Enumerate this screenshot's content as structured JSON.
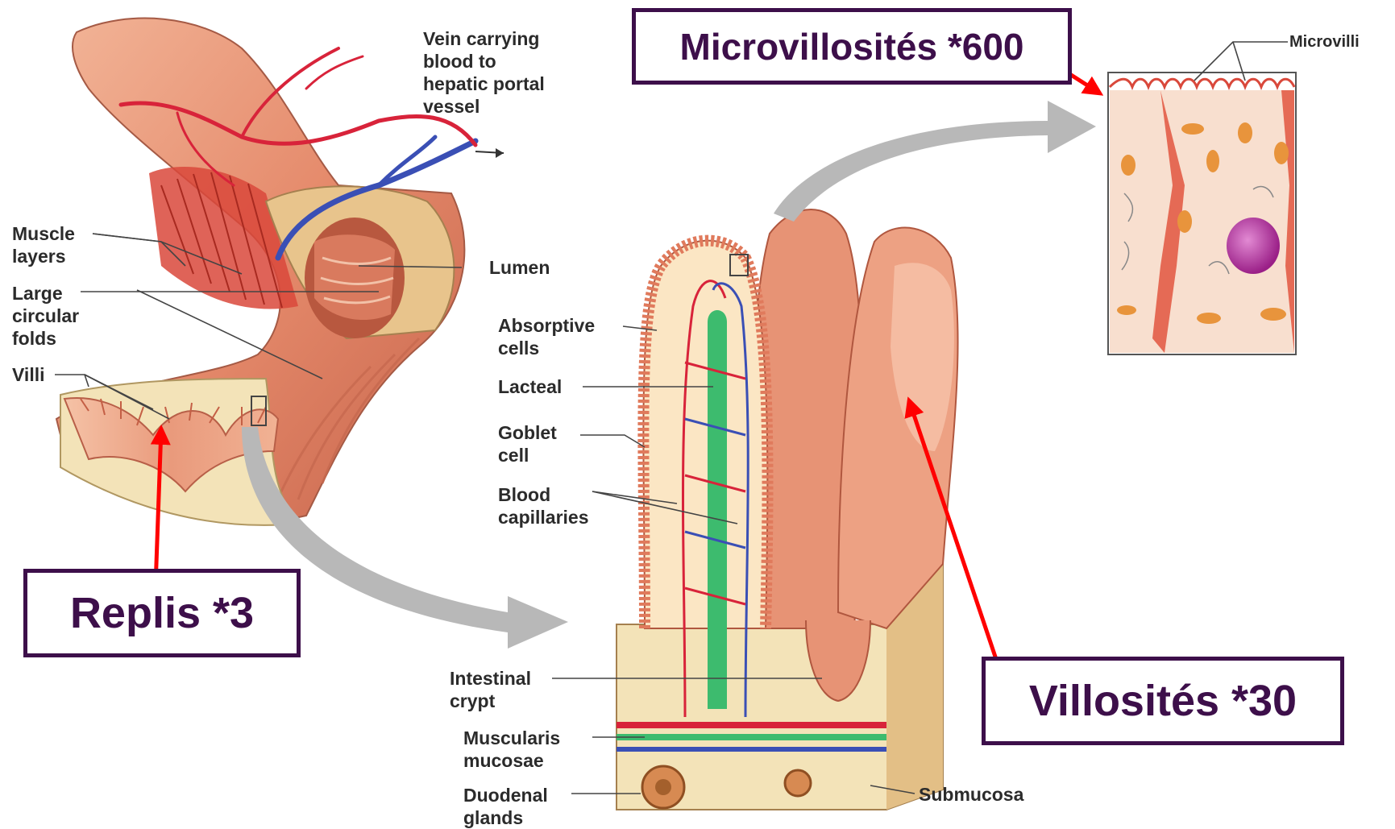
{
  "labels": {
    "vein": "Vein carrying\nblood to\nhepatic portal\nvessel",
    "muscle_layers": "Muscle\nlayers",
    "large_circular_folds": "Large\ncircular\nfolds",
    "villi": "Villi",
    "lumen": "Lumen",
    "absorptive_cells": "Absorptive\ncells",
    "lacteal": "Lacteal",
    "goblet_cell": "Goblet\ncell",
    "blood_capillaries": "Blood\ncapillaries",
    "intestinal_crypt": "Intestinal\ncrypt",
    "muscularis_mucosae": "Muscularis\nmucosae",
    "duodenal_glands": "Duodenal\nglands",
    "submucosa": "Submucosa",
    "microvilli": "Microvilli"
  },
  "callouts": {
    "microvillosites": "Microvillosités *600",
    "replis": "Replis *3",
    "villosites": "Villosités *30"
  },
  "colors": {
    "callout_border": "#3d0f4a",
    "callout_text": "#3d0f4a",
    "annotation_arrow": "#ff0000",
    "flow_arrow": "#b8b8b8",
    "tissue": "#e8967a",
    "muscle": "#d9483b",
    "vein": "#3a4fb5",
    "artery": "#d8233a",
    "lacteal": "#3dbb6e",
    "nucleus": "#b0309a",
    "mitochondria": "#e8943c"
  }
}
